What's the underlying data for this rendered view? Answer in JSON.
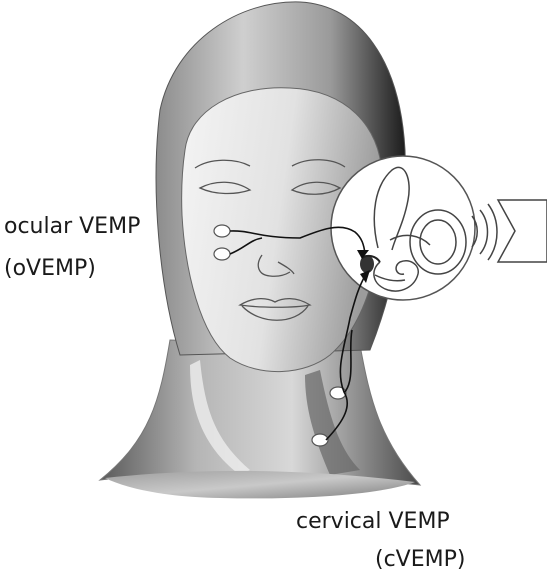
{
  "labels": {
    "ocular_line1": "ocular VEMP",
    "ocular_line2": "(oVEMP)",
    "cervical_line1": "cervical VEMP",
    "cervical_line2": "(cVEMP)"
  },
  "colors": {
    "outline": "#444444",
    "wire": "#111111",
    "head_light": "#f2f2f2",
    "head_dark": "#3a3a3a"
  },
  "icons": [
    "head-illustration",
    "inner-ear-inset",
    "sound-speaker-icon",
    "electrode-icon"
  ]
}
